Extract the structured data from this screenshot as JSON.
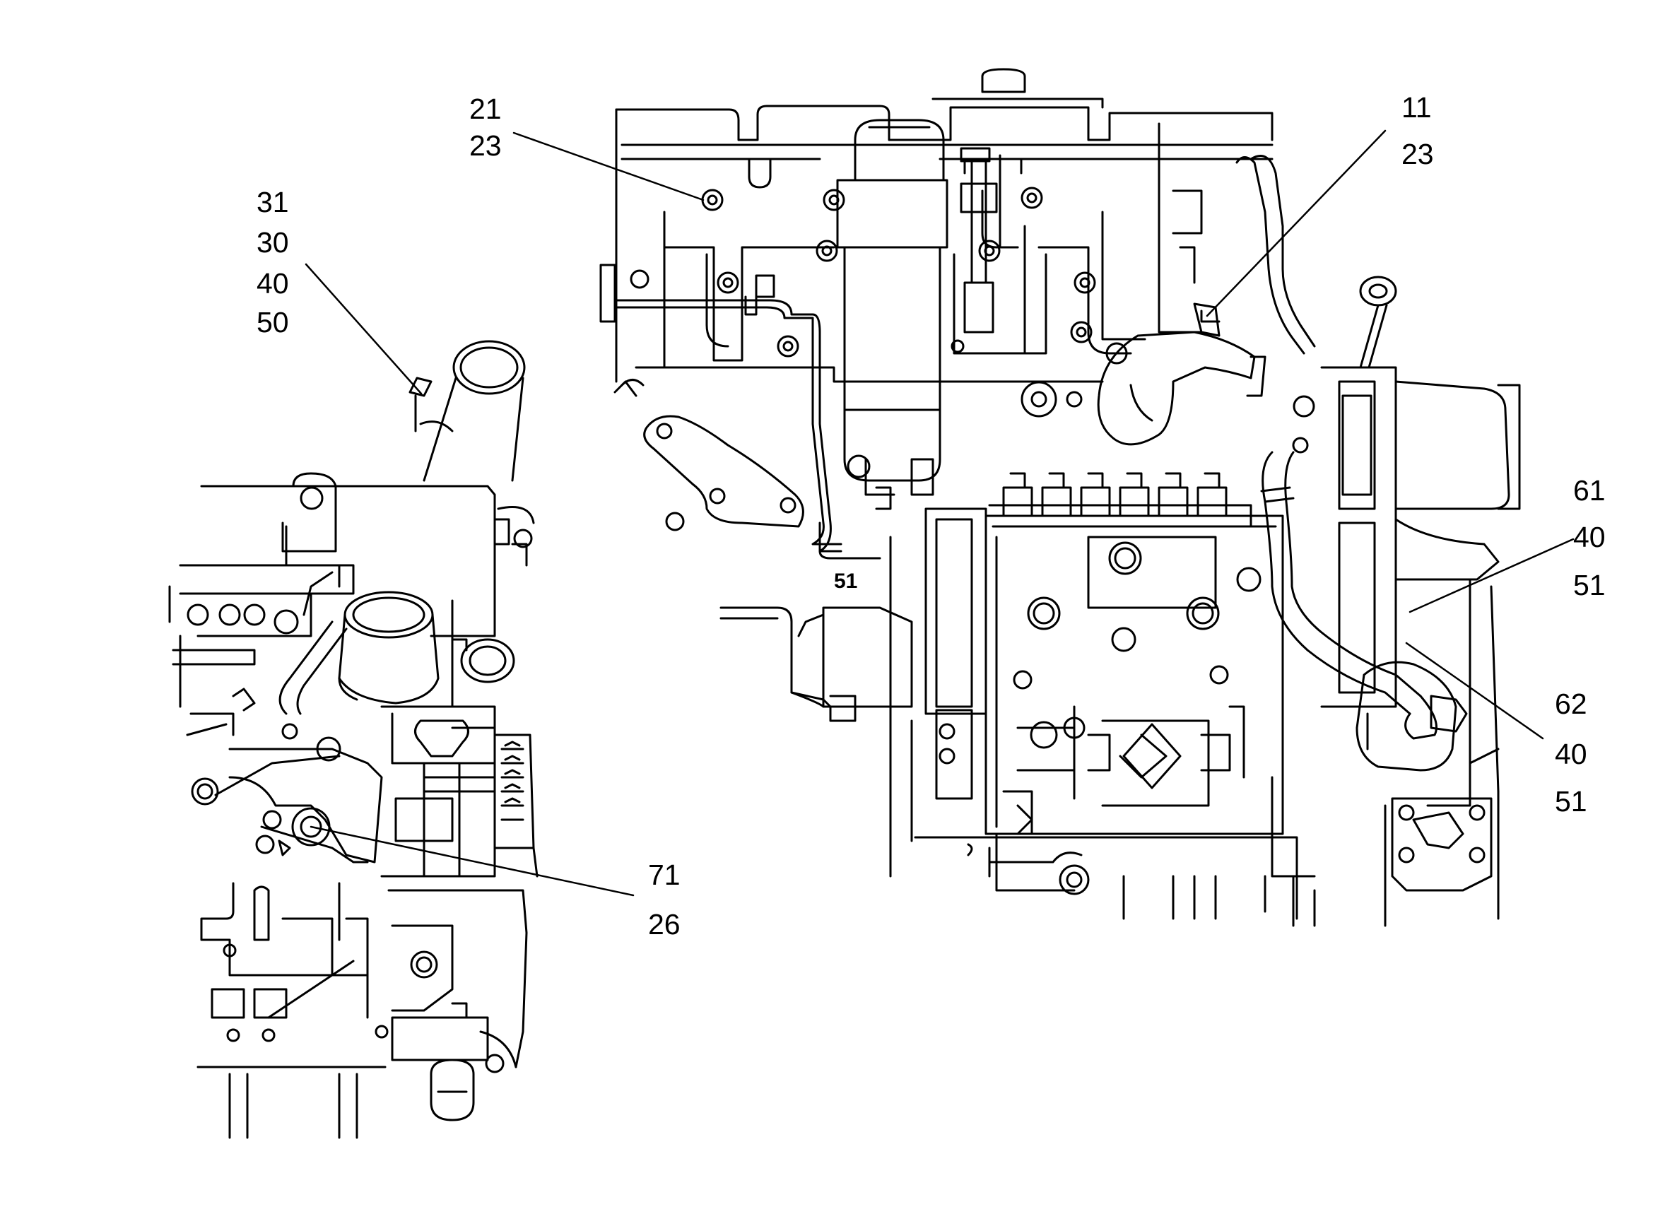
{
  "diagram": {
    "callouts": {
      "c21": "21",
      "c23a": "23",
      "c11": "11",
      "c23b": "23",
      "c31": "31",
      "c30": "30",
      "c40a": "40",
      "c50": "50",
      "c61": "61",
      "c40b": "40",
      "c51a": "51",
      "c62": "62",
      "c40c": "40",
      "c51b": "51",
      "c71": "71",
      "c26": "26"
    },
    "inline_label": "51"
  }
}
